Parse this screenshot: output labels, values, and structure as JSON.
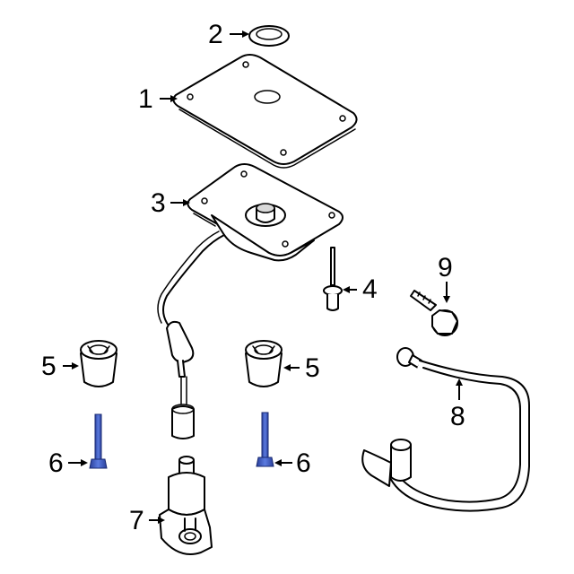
{
  "colors": {
    "line": "#000000",
    "background": "#ffffff",
    "highlight_bolt": "#3a5bc7"
  },
  "callouts": [
    {
      "id": "c1",
      "text": "1"
    },
    {
      "id": "c2",
      "text": "2"
    },
    {
      "id": "c3",
      "text": "3"
    },
    {
      "id": "c4",
      "text": "4"
    },
    {
      "id": "c5a",
      "text": "5"
    },
    {
      "id": "c5b",
      "text": "5"
    },
    {
      "id": "c6a",
      "text": "6"
    },
    {
      "id": "c6b",
      "text": "6"
    },
    {
      "id": "c7",
      "text": "7"
    },
    {
      "id": "c8",
      "text": "8"
    },
    {
      "id": "c9",
      "text": "9"
    }
  ]
}
